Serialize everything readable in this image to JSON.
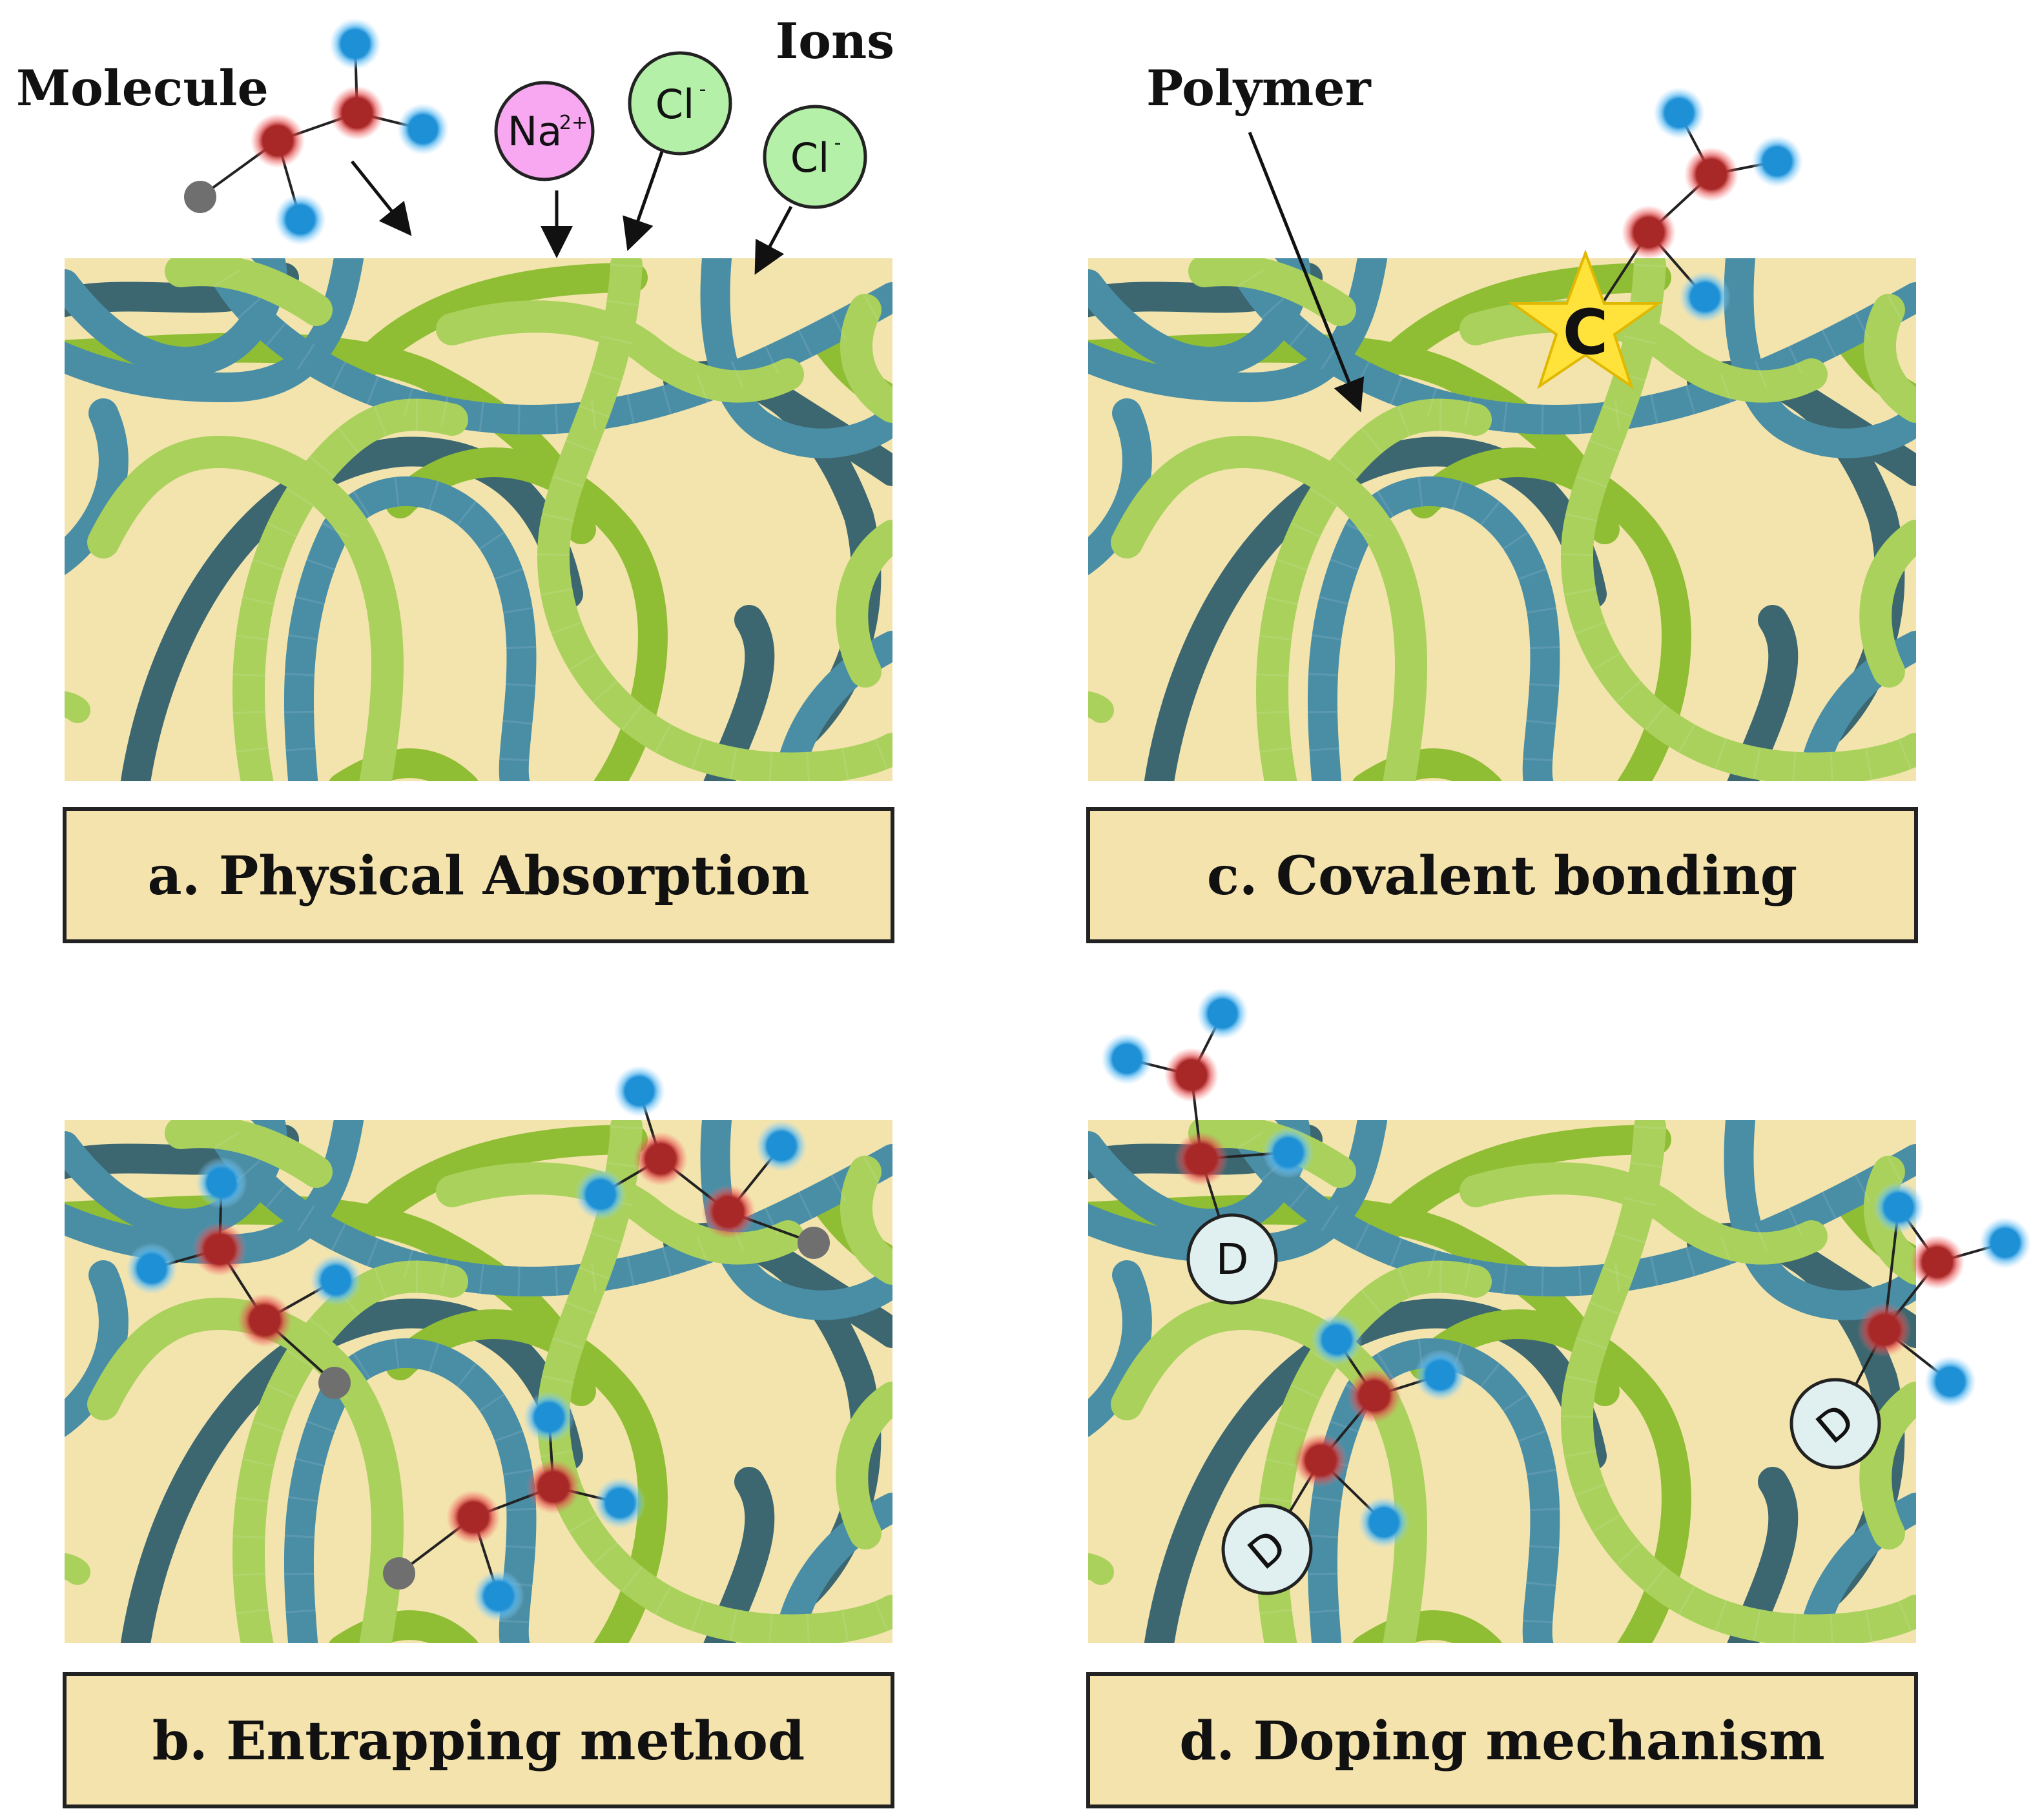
{
  "callouts": {
    "molecule": "Molecule",
    "ions": "Ions",
    "polymer": "Polymer"
  },
  "ions": [
    {
      "element": "Na",
      "charge": "2+",
      "color": "#f7a8f1"
    },
    {
      "element": "Cl",
      "charge": "-",
      "color": "#b4f0a8"
    },
    {
      "element": "Cl",
      "charge": "-",
      "color": "#b4f0a8"
    }
  ],
  "panels": [
    {
      "id": "a",
      "caption": "a. Physical Absorption"
    },
    {
      "id": "b",
      "caption": "b. Entrapping method"
    },
    {
      "id": "c",
      "caption": "c. Covalent bonding"
    },
    {
      "id": "d",
      "caption": "d. Doping mechanism"
    }
  ],
  "covalent_marker": "C",
  "doping_marker": "D",
  "colors": {
    "background": "#f3e4ae",
    "polymer_teal": "#4a8ea6",
    "polymer_dark_teal": "#3c6770",
    "polymer_light_green": "#a9d15c",
    "polymer_green": "#8fbe35",
    "atom_red": "#b02a2a",
    "atom_blue": "#1e90d6",
    "atom_grey": "#6f6f6f",
    "star_yellow": "#ffe23a",
    "dopant_circle": "#e0f0f0"
  }
}
